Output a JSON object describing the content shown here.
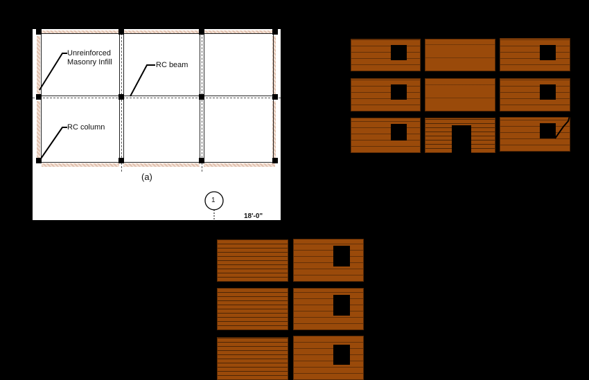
{
  "figure_a": {
    "caption": "(a)",
    "labels": {
      "infill_line1": "Unreinforced",
      "infill_line2": "Masonry Infill",
      "beam": "RC beam",
      "column": "RC column"
    },
    "grid_marker": "1",
    "dimension": "18'-0\""
  },
  "colors": {
    "background": "#000000",
    "plan_background": "#ffffff",
    "infill_hatch": "#e2c2b0",
    "brick": "#9a4a0a",
    "window_opening": "#000000"
  },
  "elevation_right": {
    "rows": 3,
    "cols": 3,
    "panels": [
      {
        "row": 1,
        "col": 1,
        "opening": "window"
      },
      {
        "row": 1,
        "col": 2,
        "opening": "none"
      },
      {
        "row": 1,
        "col": 3,
        "opening": "window"
      },
      {
        "row": 2,
        "col": 1,
        "opening": "window"
      },
      {
        "row": 2,
        "col": 2,
        "opening": "none"
      },
      {
        "row": 2,
        "col": 3,
        "opening": "window",
        "crack": true
      },
      {
        "row": 3,
        "col": 1,
        "opening": "window"
      },
      {
        "row": 3,
        "col": 2,
        "opening": "door"
      },
      {
        "row": 3,
        "col": 3,
        "opening": "window",
        "crack": true
      }
    ]
  },
  "elevation_bottom": {
    "rows": 3,
    "cols": 2,
    "panels": [
      {
        "row": 1,
        "col": 1,
        "opening": "none"
      },
      {
        "row": 1,
        "col": 2,
        "opening": "window"
      },
      {
        "row": 2,
        "col": 1,
        "opening": "none"
      },
      {
        "row": 2,
        "col": 2,
        "opening": "window"
      },
      {
        "row": 3,
        "col": 1,
        "opening": "none"
      },
      {
        "row": 3,
        "col": 2,
        "opening": "window"
      }
    ]
  }
}
